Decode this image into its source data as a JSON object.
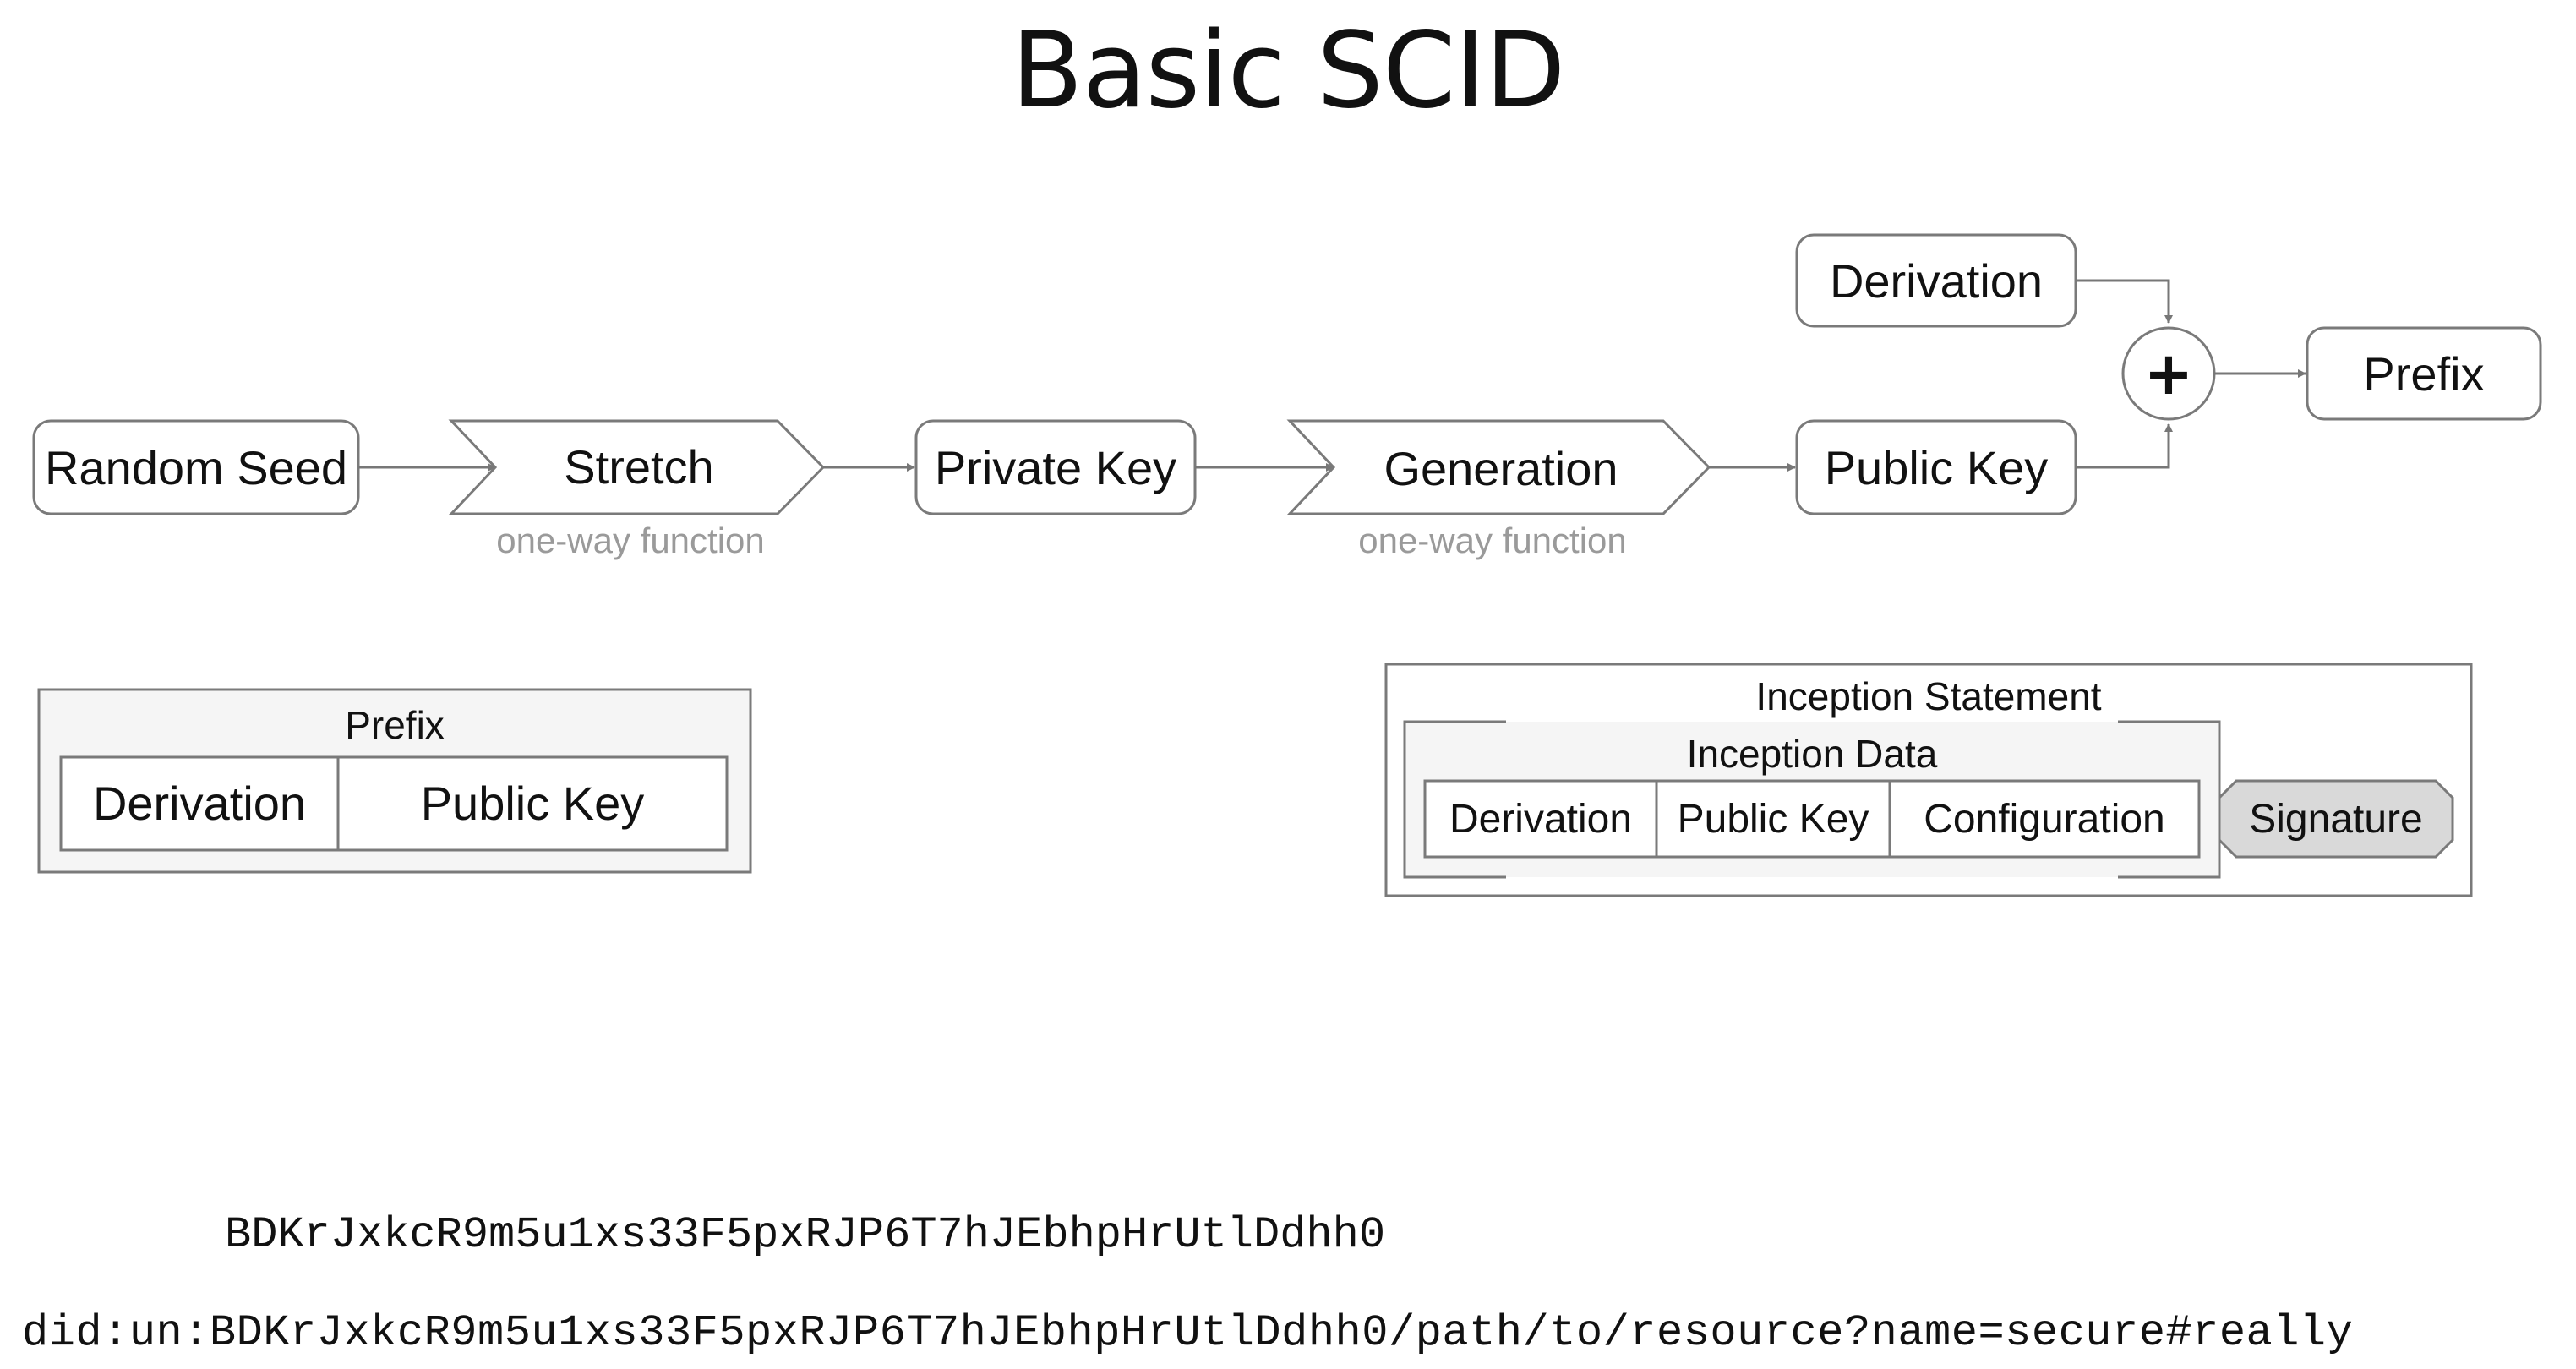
{
  "title": "Basic SCID",
  "flow": {
    "random_seed": "Random Seed",
    "stretch": "Stretch",
    "stretch_note": "one-way function",
    "private_key": "Private Key",
    "generation": "Generation",
    "generation_note": "one-way function",
    "public_key": "Public Key",
    "derivation": "Derivation",
    "plus": "+",
    "prefix": "Prefix"
  },
  "prefix_structure": {
    "title": "Prefix",
    "fields": [
      "Derivation",
      "Public Key"
    ]
  },
  "inception_statement": {
    "title": "Inception Statement",
    "data_title": "Inception Data",
    "fields": [
      "Derivation",
      "Public Key",
      "Configuration"
    ],
    "signature": "Signature"
  },
  "prefix_example": "BDKrJxkcR9m5u1xs33F5pxRJP6T7hJEbhpHrUtlDdhh0",
  "did_example": "did:un:BDKrJxkcR9m5u1xs33F5pxRJP6T7hJEbhpHrUtlDdhh0/path/to/resource?name=secure#really",
  "colors": {
    "stroke": "#7a7a7a",
    "arrow": "#777777",
    "note": "#9a9a9a",
    "panel_fill": "#f5f5f5",
    "signature_fill": "#d9d9d9"
  }
}
